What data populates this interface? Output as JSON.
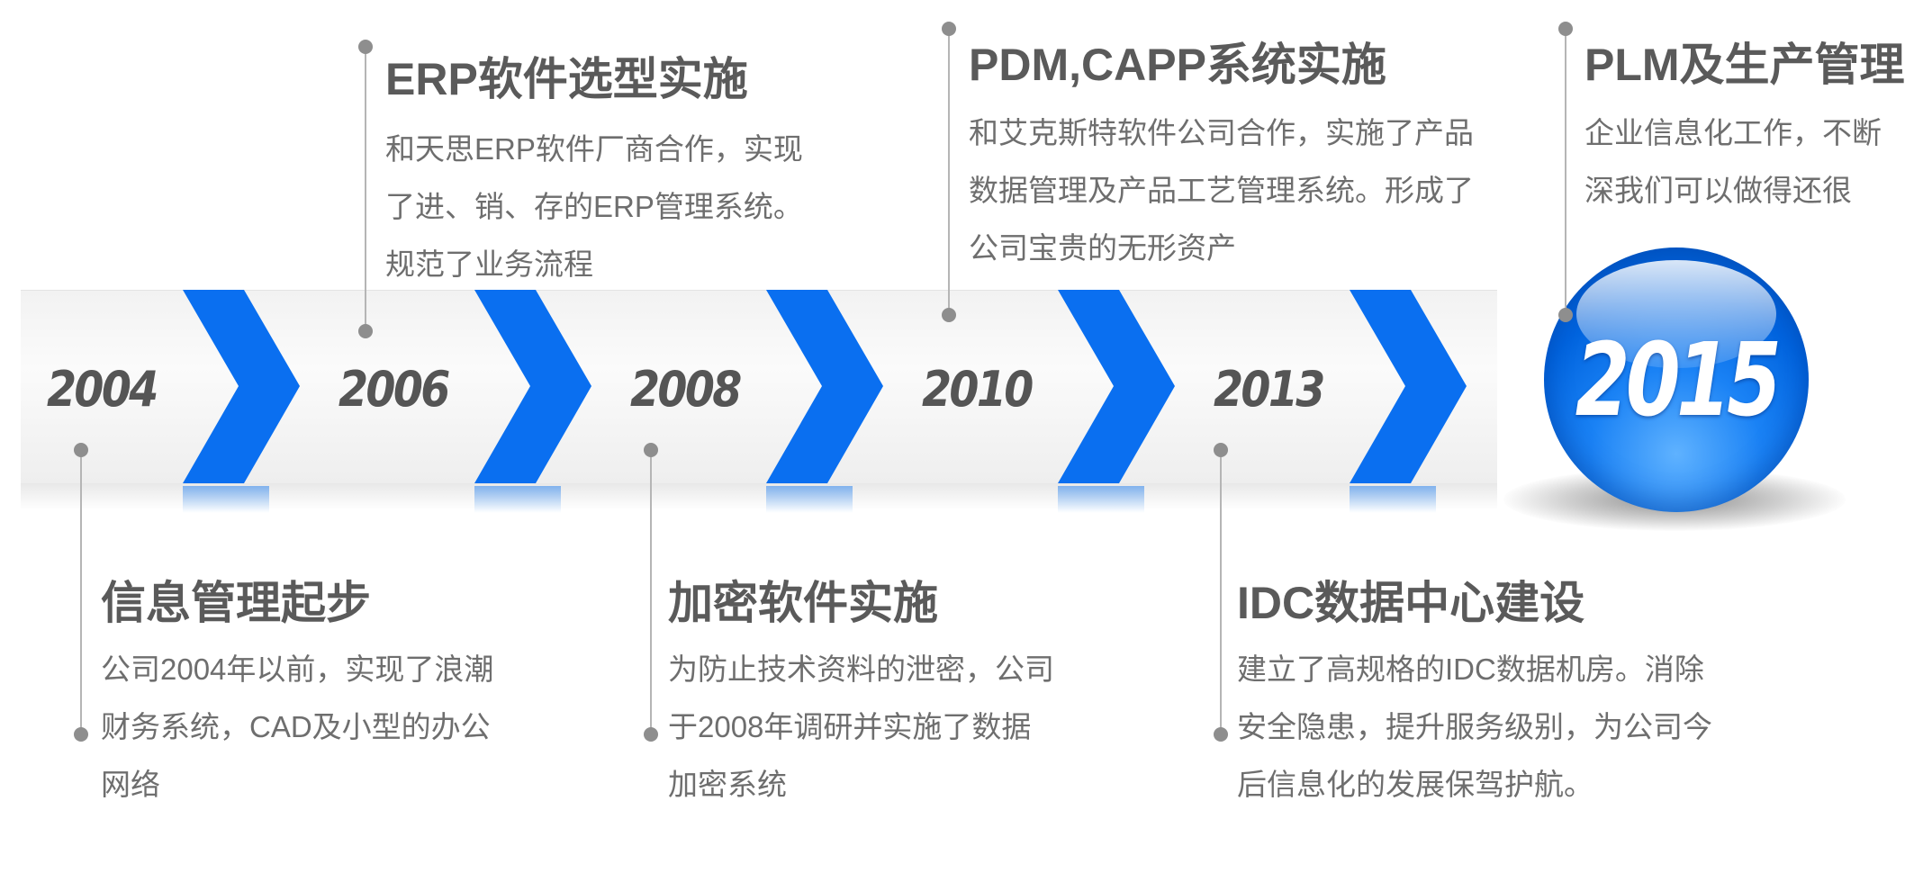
{
  "milestones": [
    {
      "year": "2004",
      "title": "信息管理起步",
      "body": "公司2004年以前，实现了浪潮财务系统，CAD及小型的办公网络"
    },
    {
      "year": "2006",
      "title": "ERP软件选型实施",
      "body": "和天思ERP软件厂商合作，实现了进、销、存的ERP管理系统。规范了业务流程"
    },
    {
      "year": "2008",
      "title": "加密软件实施",
      "body": "为防止技术资料的泄密，公司于2008年调研并实施了数据加密系统"
    },
    {
      "year": "2010",
      "title": "PDM,CAPP系统实施",
      "body": "和艾克斯特软件公司合作，实施了产品数据管理及产品工艺管理系统。形成了公司宝贵的无形资产"
    },
    {
      "year": "2013",
      "title": "IDC数据中心建设",
      "body": "建立了高规格的IDC数据机房。消除安全隐患，提升服务级别，为公司今后信息化的发展保驾护航。"
    },
    {
      "year": "2015",
      "title": "PLM及生产管理",
      "body": "企业信息化工作，不断深我们可以做得还很多。。"
    }
  ],
  "colors": {
    "accent": "#0a6ff0",
    "text": "#5a5a5a",
    "body": "#6e6e6e",
    "line": "#b5b5b5"
  }
}
